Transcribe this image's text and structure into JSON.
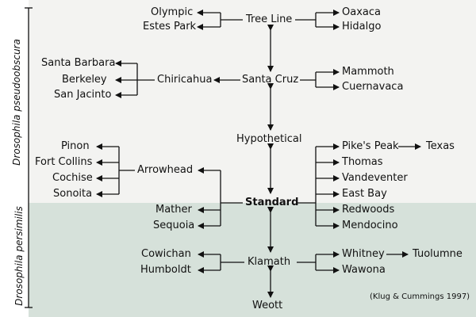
{
  "species": {
    "pseudoobscura": "Drosophila pseudoobscura",
    "persimilis": "Drosophila persimilis"
  },
  "citation": "(Klug & Cummings 1997)",
  "nodes": {
    "tree_line": "Tree Line",
    "olympic": "Olympic",
    "estes_park": "Estes Park",
    "oaxaca": "Oaxaca",
    "hidalgo": "Hidalgo",
    "santa_cruz": "Santa Cruz",
    "chiricahua": "Chiricahua",
    "santa_barbara": "Santa Barbara",
    "berkeley": "Berkeley",
    "san_jacinto": "San Jacinto",
    "mammoth": "Mammoth",
    "cuernavaca": "Cuernavaca",
    "hypothetical": "Hypothetical",
    "pikes_peak": "Pike's Peak",
    "texas": "Texas",
    "thomas": "Thomas",
    "vandeventer": "Vandeventer",
    "east_bay": "East Bay",
    "redwoods": "Redwoods",
    "mendocino": "Mendocino",
    "standard": "Standard",
    "arrowhead": "Arrowhead",
    "pinon": "Pinon",
    "fort_collins": "Fort Collins",
    "cochise": "Cochise",
    "sonoita": "Sonoita",
    "mather": "Mather",
    "sequoia": "Sequoia",
    "klamath": "Klamath",
    "cowichan": "Cowichan",
    "humboldt": "Humboldt",
    "whitney": "Whitney",
    "tuolumne": "Tuolumne",
    "wawona": "Wawona",
    "weott": "Weott"
  }
}
